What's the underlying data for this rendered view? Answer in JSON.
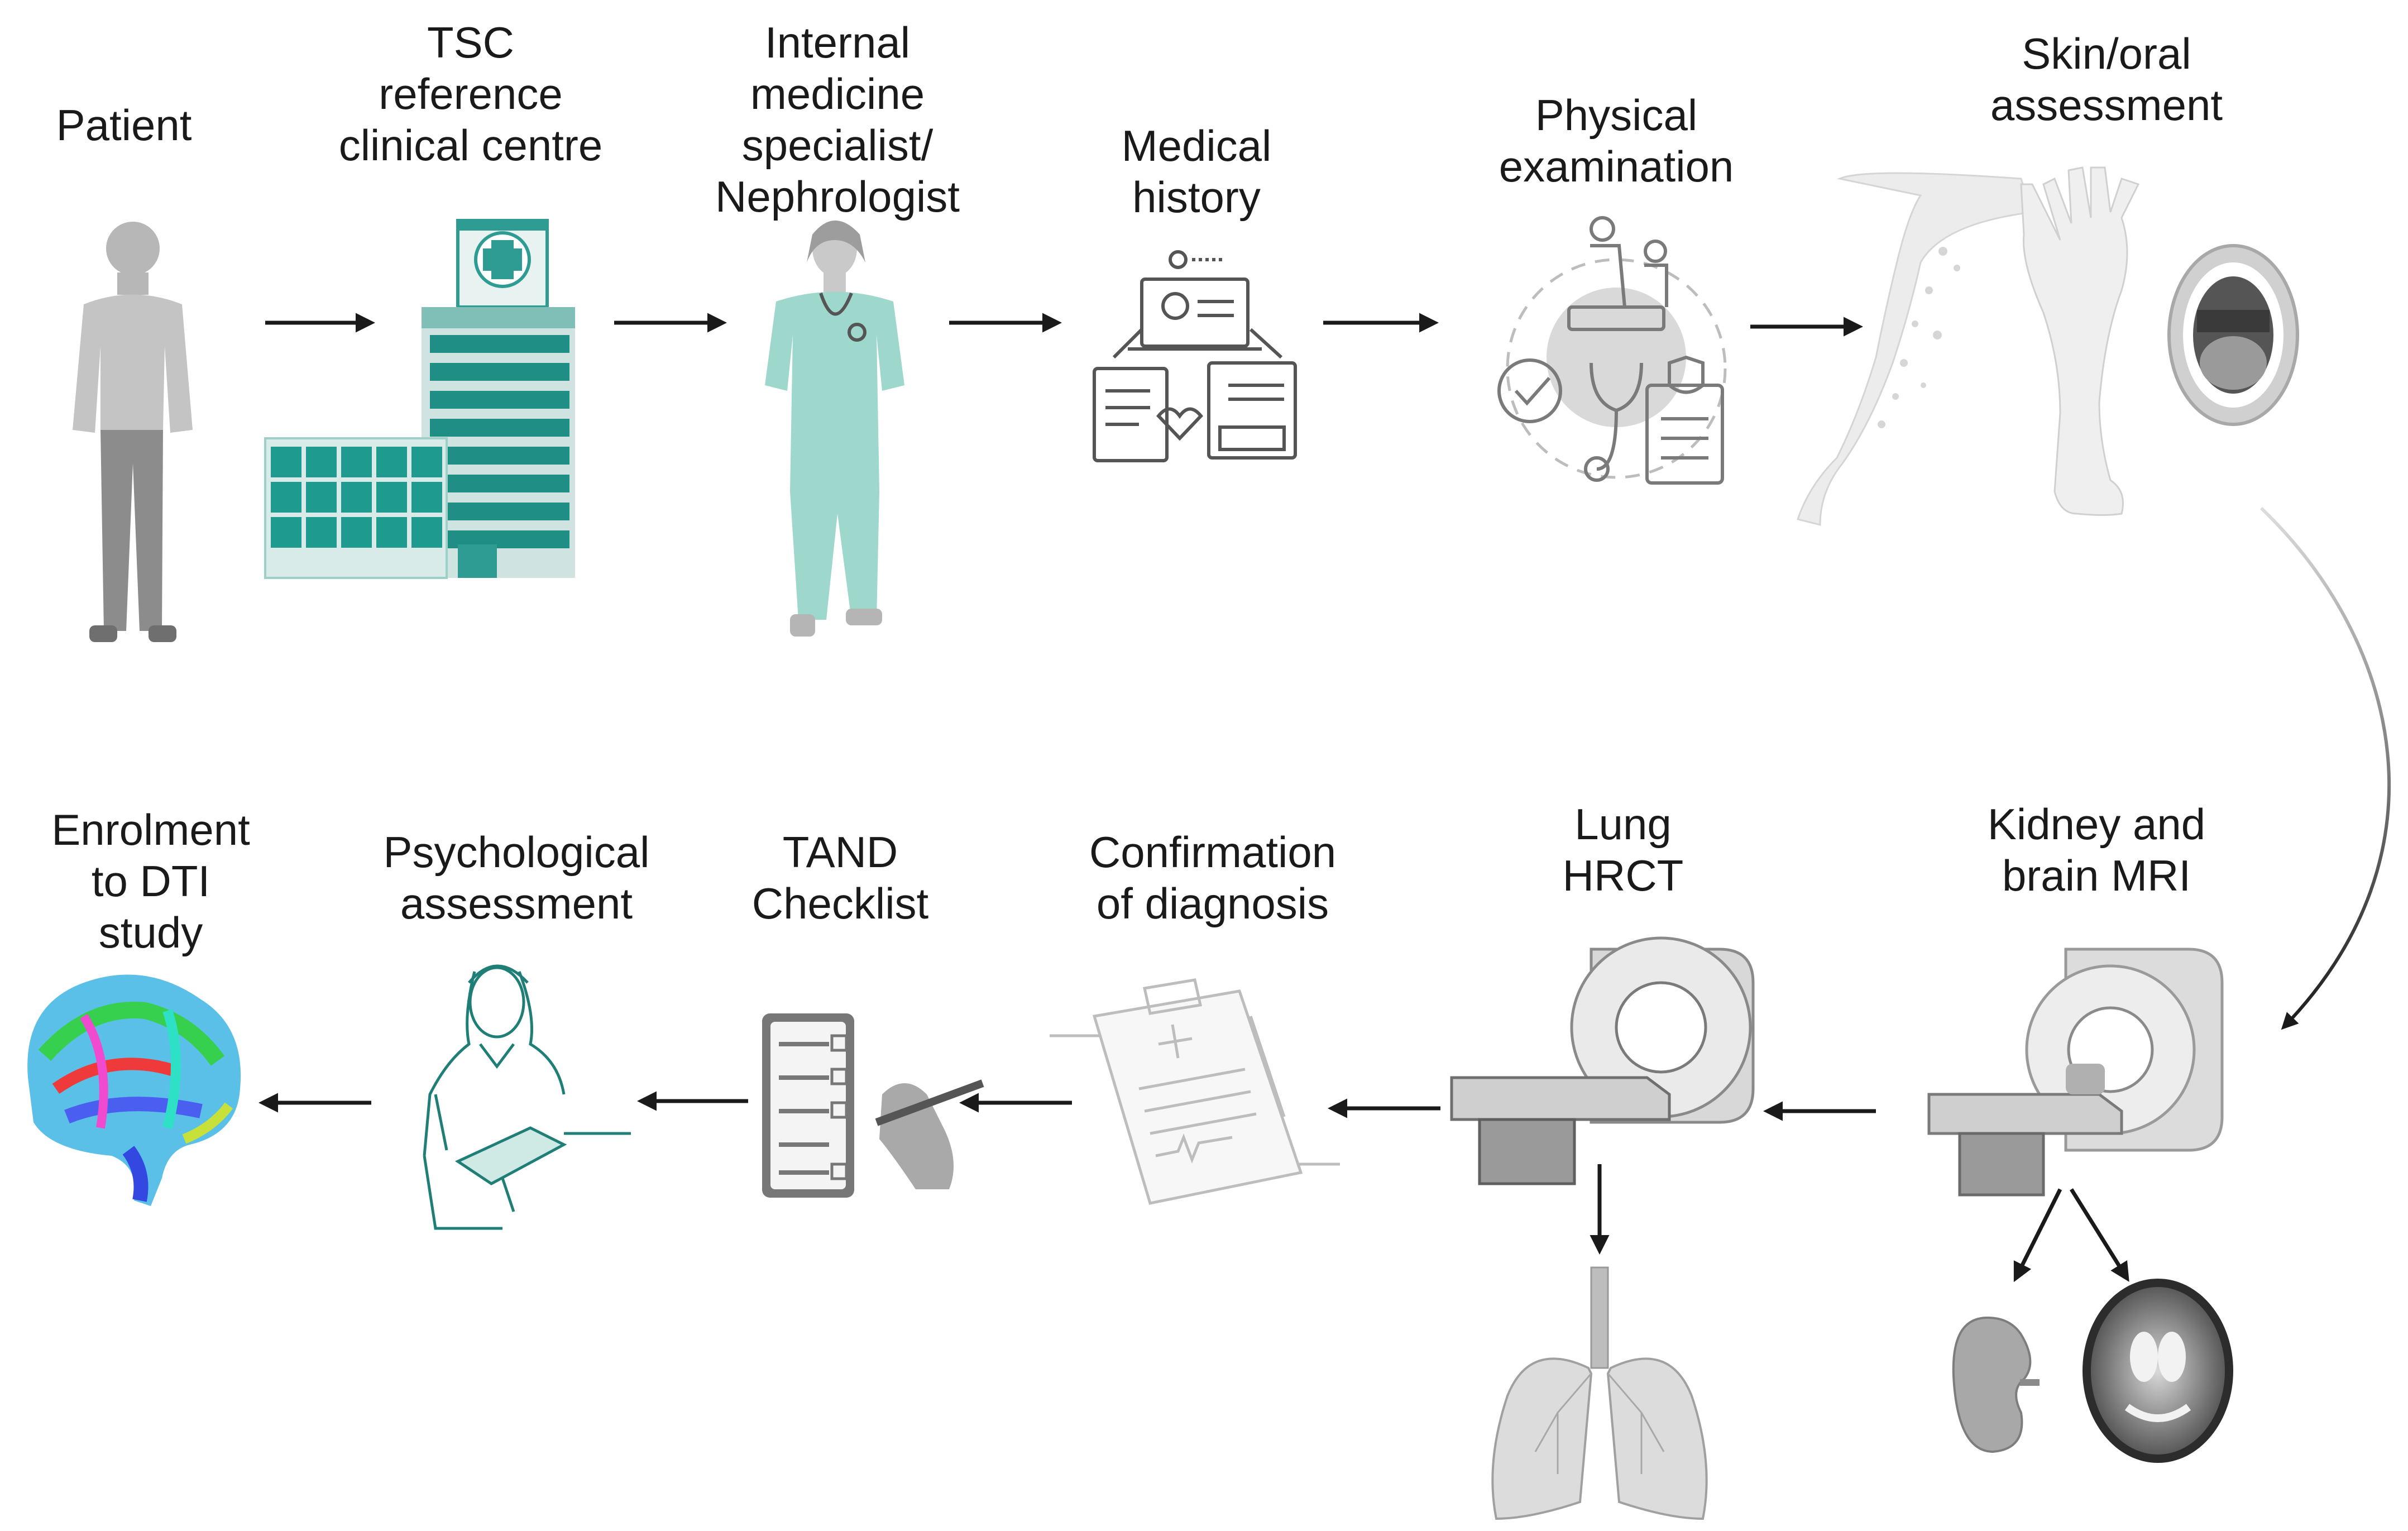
{
  "steps": [
    {
      "id": "patient",
      "lines": [
        "Patient"
      ]
    },
    {
      "id": "tsc-centre",
      "lines": [
        "TSC",
        "reference",
        "clinical centre"
      ]
    },
    {
      "id": "specialist",
      "lines": [
        "Internal",
        "medicine",
        "specialist/",
        "Nephrologist"
      ]
    },
    {
      "id": "medical-history",
      "lines": [
        "Medical",
        "history"
      ]
    },
    {
      "id": "physical-exam",
      "lines": [
        "Physical",
        "examination"
      ]
    },
    {
      "id": "skin-oral",
      "lines": [
        "Skin/oral",
        "assessment"
      ]
    },
    {
      "id": "kidney-brain-mri",
      "lines": [
        "Kidney and",
        "brain MRI"
      ]
    },
    {
      "id": "lung-hrct",
      "lines": [
        "Lung",
        "HRCT"
      ]
    },
    {
      "id": "confirmation",
      "lines": [
        "Confirmation",
        "of diagnosis"
      ]
    },
    {
      "id": "tand",
      "lines": [
        "TAND",
        "Checklist"
      ]
    },
    {
      "id": "psych",
      "lines": [
        "Psychological",
        "assessment"
      ]
    },
    {
      "id": "enrolment",
      "lines": [
        "Enrolment",
        "to DTI",
        "study"
      ]
    }
  ],
  "colors": {
    "teal": "#2e9c92",
    "teal_dark": "#1f7f77",
    "teal_light": "#9fd8cf",
    "grey_dark": "#6f6f6f",
    "grey_mid": "#9a9a9a",
    "grey_light": "#d2d2d2",
    "arrow": "#1a1a1a"
  },
  "icons": [
    "person-icon",
    "hospital-icon",
    "doctor-icon",
    "medical-history-icon",
    "physical-exam-icon",
    "skin-arm-icon",
    "hand-foot-icon",
    "mouth-icon",
    "mri-scanner-icon",
    "kidney-icon",
    "brain-mri-slice-icon",
    "ct-scanner-icon",
    "lungs-icon",
    "clipboard-icon",
    "checklist-icon",
    "psychologist-icon",
    "dti-brain-icon"
  ]
}
